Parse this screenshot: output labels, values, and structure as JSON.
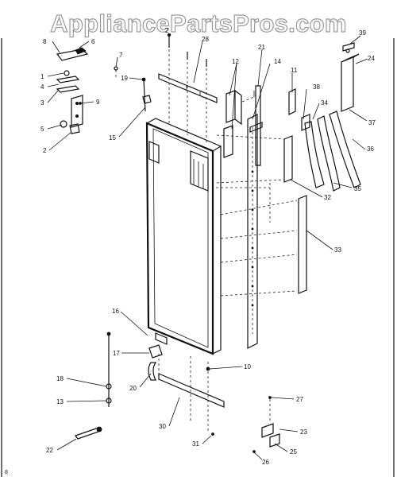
{
  "watermark": "AppliancePartsPros.com",
  "footer_mark": "8",
  "callouts": [
    "8",
    "6",
    "1",
    "4",
    "3",
    "7",
    "9",
    "5",
    "2",
    "2",
    "28",
    "19",
    "12",
    "21",
    "14",
    "11",
    "38",
    "39",
    "24",
    "34",
    "37",
    "36",
    "35",
    "32",
    "33",
    "15",
    "16",
    "17",
    "18",
    "13",
    "20",
    "10",
    "30",
    "27",
    "31",
    "23",
    "25",
    "22",
    "26"
  ]
}
